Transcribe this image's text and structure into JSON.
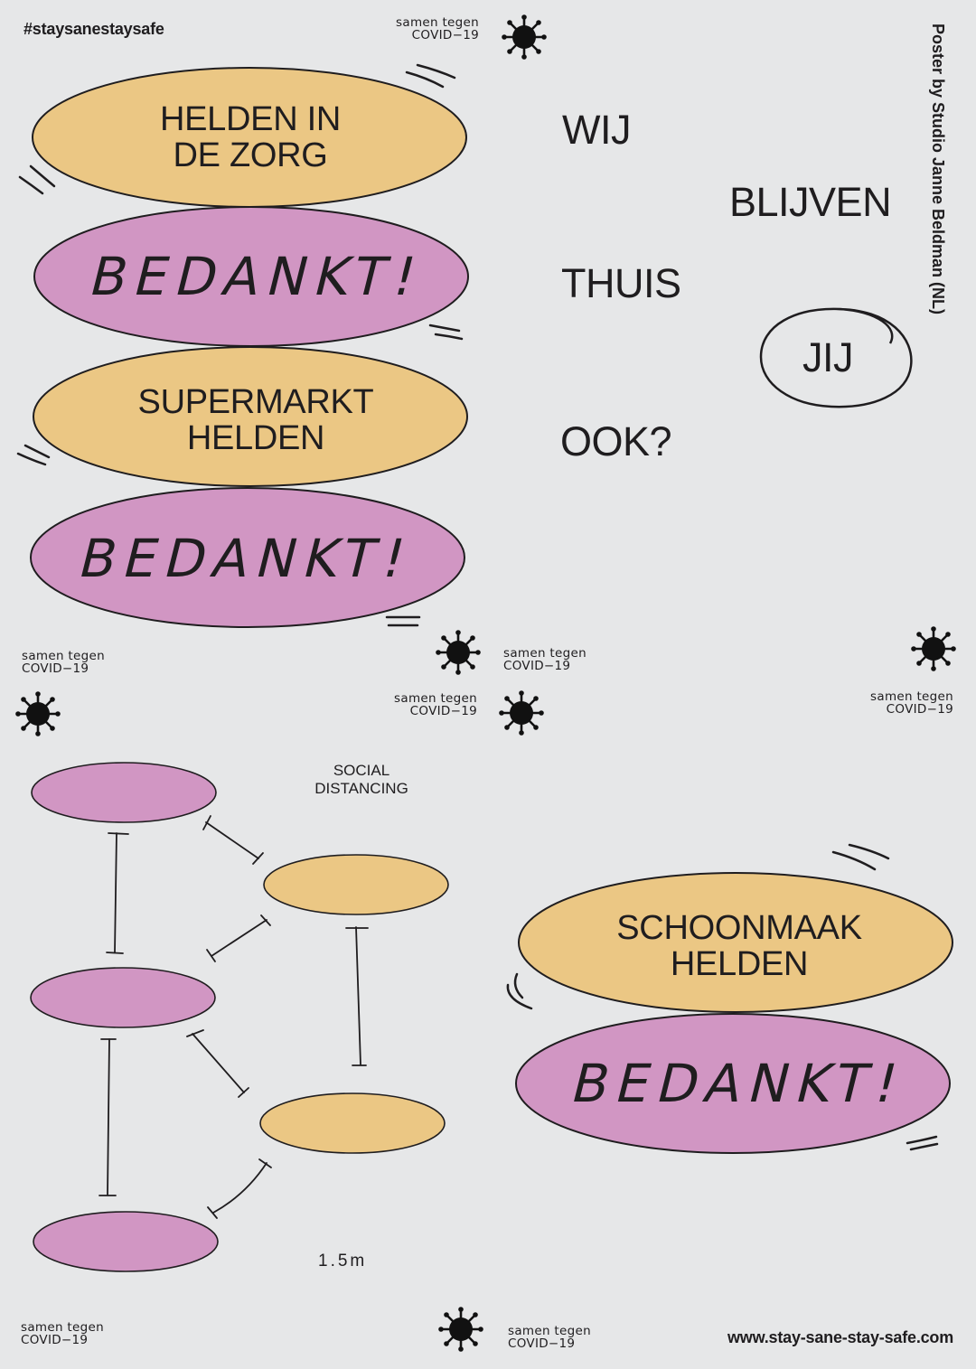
{
  "hashtag": "#staysanestaysafe",
  "website": "www.stay-sane-stay-safe.com",
  "credit": "Poster by Studio Janne Beldman (NL)",
  "tag": {
    "line1": "samen tegen",
    "line2": "COVID−19"
  },
  "bubbles": {
    "zorg": [
      "HELDEN IN",
      "DE ZORG"
    ],
    "supermarkt": [
      "SUPERMARKT",
      "HELDEN"
    ],
    "schoonmaak": [
      "SCHOONMAAK",
      "HELDEN"
    ],
    "thanks": "BEDANKT!"
  },
  "words": {
    "wij": "WIJ",
    "blijven": "BLIJVEN",
    "thuis": "THUIS",
    "jij": "JIJ",
    "ook": "OOK?"
  },
  "social": [
    "SOCIAL",
    "DISTANCING"
  ],
  "distance": "1.5m",
  "colors": {
    "background": "#e6e7e8",
    "yellow": "#ebc784",
    "pink": "#d196c3",
    "ink": "#1f1d1f"
  },
  "icons": [
    "virus-icon"
  ]
}
